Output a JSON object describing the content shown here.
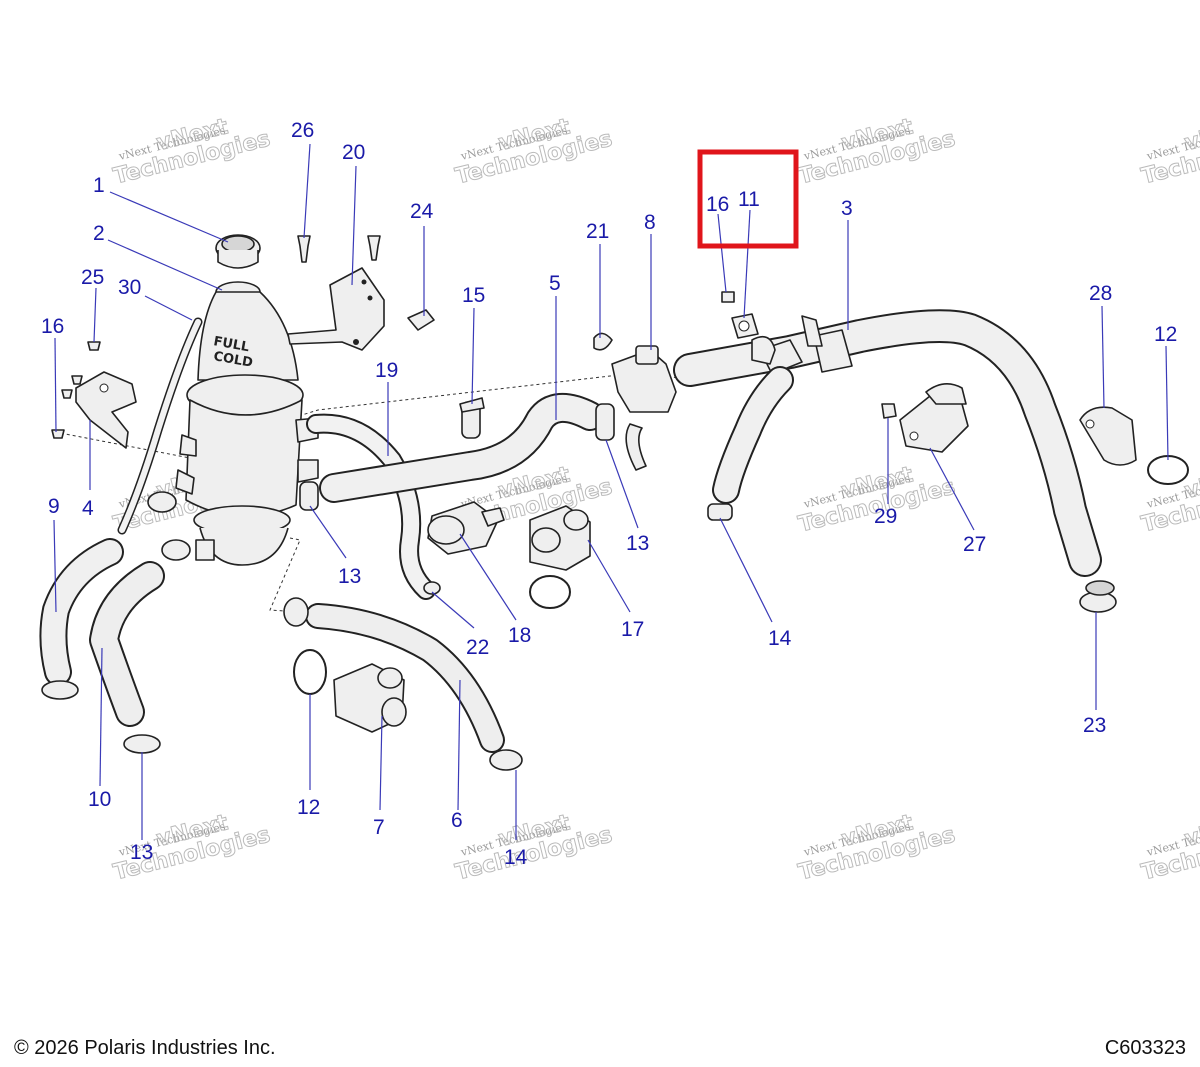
{
  "callouts": [
    {
      "id": "c1",
      "label": "1"
    },
    {
      "id": "c2",
      "label": "2"
    },
    {
      "id": "c3",
      "label": "3"
    },
    {
      "id": "c4",
      "label": "4"
    },
    {
      "id": "c5",
      "label": "5"
    },
    {
      "id": "c6",
      "label": "6"
    },
    {
      "id": "c7",
      "label": "7"
    },
    {
      "id": "c8",
      "label": "8"
    },
    {
      "id": "c9",
      "label": "9"
    },
    {
      "id": "c10",
      "label": "10"
    },
    {
      "id": "c11",
      "label": "11"
    },
    {
      "id": "c12a",
      "label": "12"
    },
    {
      "id": "c12b",
      "label": "12"
    },
    {
      "id": "c13a",
      "label": "13"
    },
    {
      "id": "c13b",
      "label": "13"
    },
    {
      "id": "c13c",
      "label": "13"
    },
    {
      "id": "c14a",
      "label": "14"
    },
    {
      "id": "c14b",
      "label": "14"
    },
    {
      "id": "c15",
      "label": "15"
    },
    {
      "id": "c16a",
      "label": "16"
    },
    {
      "id": "c16b",
      "label": "16"
    },
    {
      "id": "c17",
      "label": "17"
    },
    {
      "id": "c18",
      "label": "18"
    },
    {
      "id": "c19",
      "label": "19"
    },
    {
      "id": "c20",
      "label": "20"
    },
    {
      "id": "c21",
      "label": "21"
    },
    {
      "id": "c22",
      "label": "22"
    },
    {
      "id": "c23",
      "label": "23"
    },
    {
      "id": "c24",
      "label": "24"
    },
    {
      "id": "c25",
      "label": "25"
    },
    {
      "id": "c26",
      "label": "26"
    },
    {
      "id": "c27",
      "label": "27"
    },
    {
      "id": "c28",
      "label": "28"
    },
    {
      "id": "c29",
      "label": "29"
    },
    {
      "id": "c30",
      "label": "30"
    }
  ],
  "tank_label": {
    "line1": "FULL",
    "line2": "COLD"
  },
  "watermark": {
    "line1": "vNext Technologies",
    "line2": "Technologies",
    "line3": "vNext"
  },
  "highlight": {
    "color": "#e0151b",
    "target_callouts": [
      "16",
      "11"
    ]
  },
  "footer": {
    "copyright": "© 2026 Polaris Industries Inc.",
    "diagram_code": "C603323"
  },
  "colors": {
    "callout_text": "#1a1aa8",
    "leader_line": "#3a3ab8",
    "highlight": "#e0151b"
  }
}
